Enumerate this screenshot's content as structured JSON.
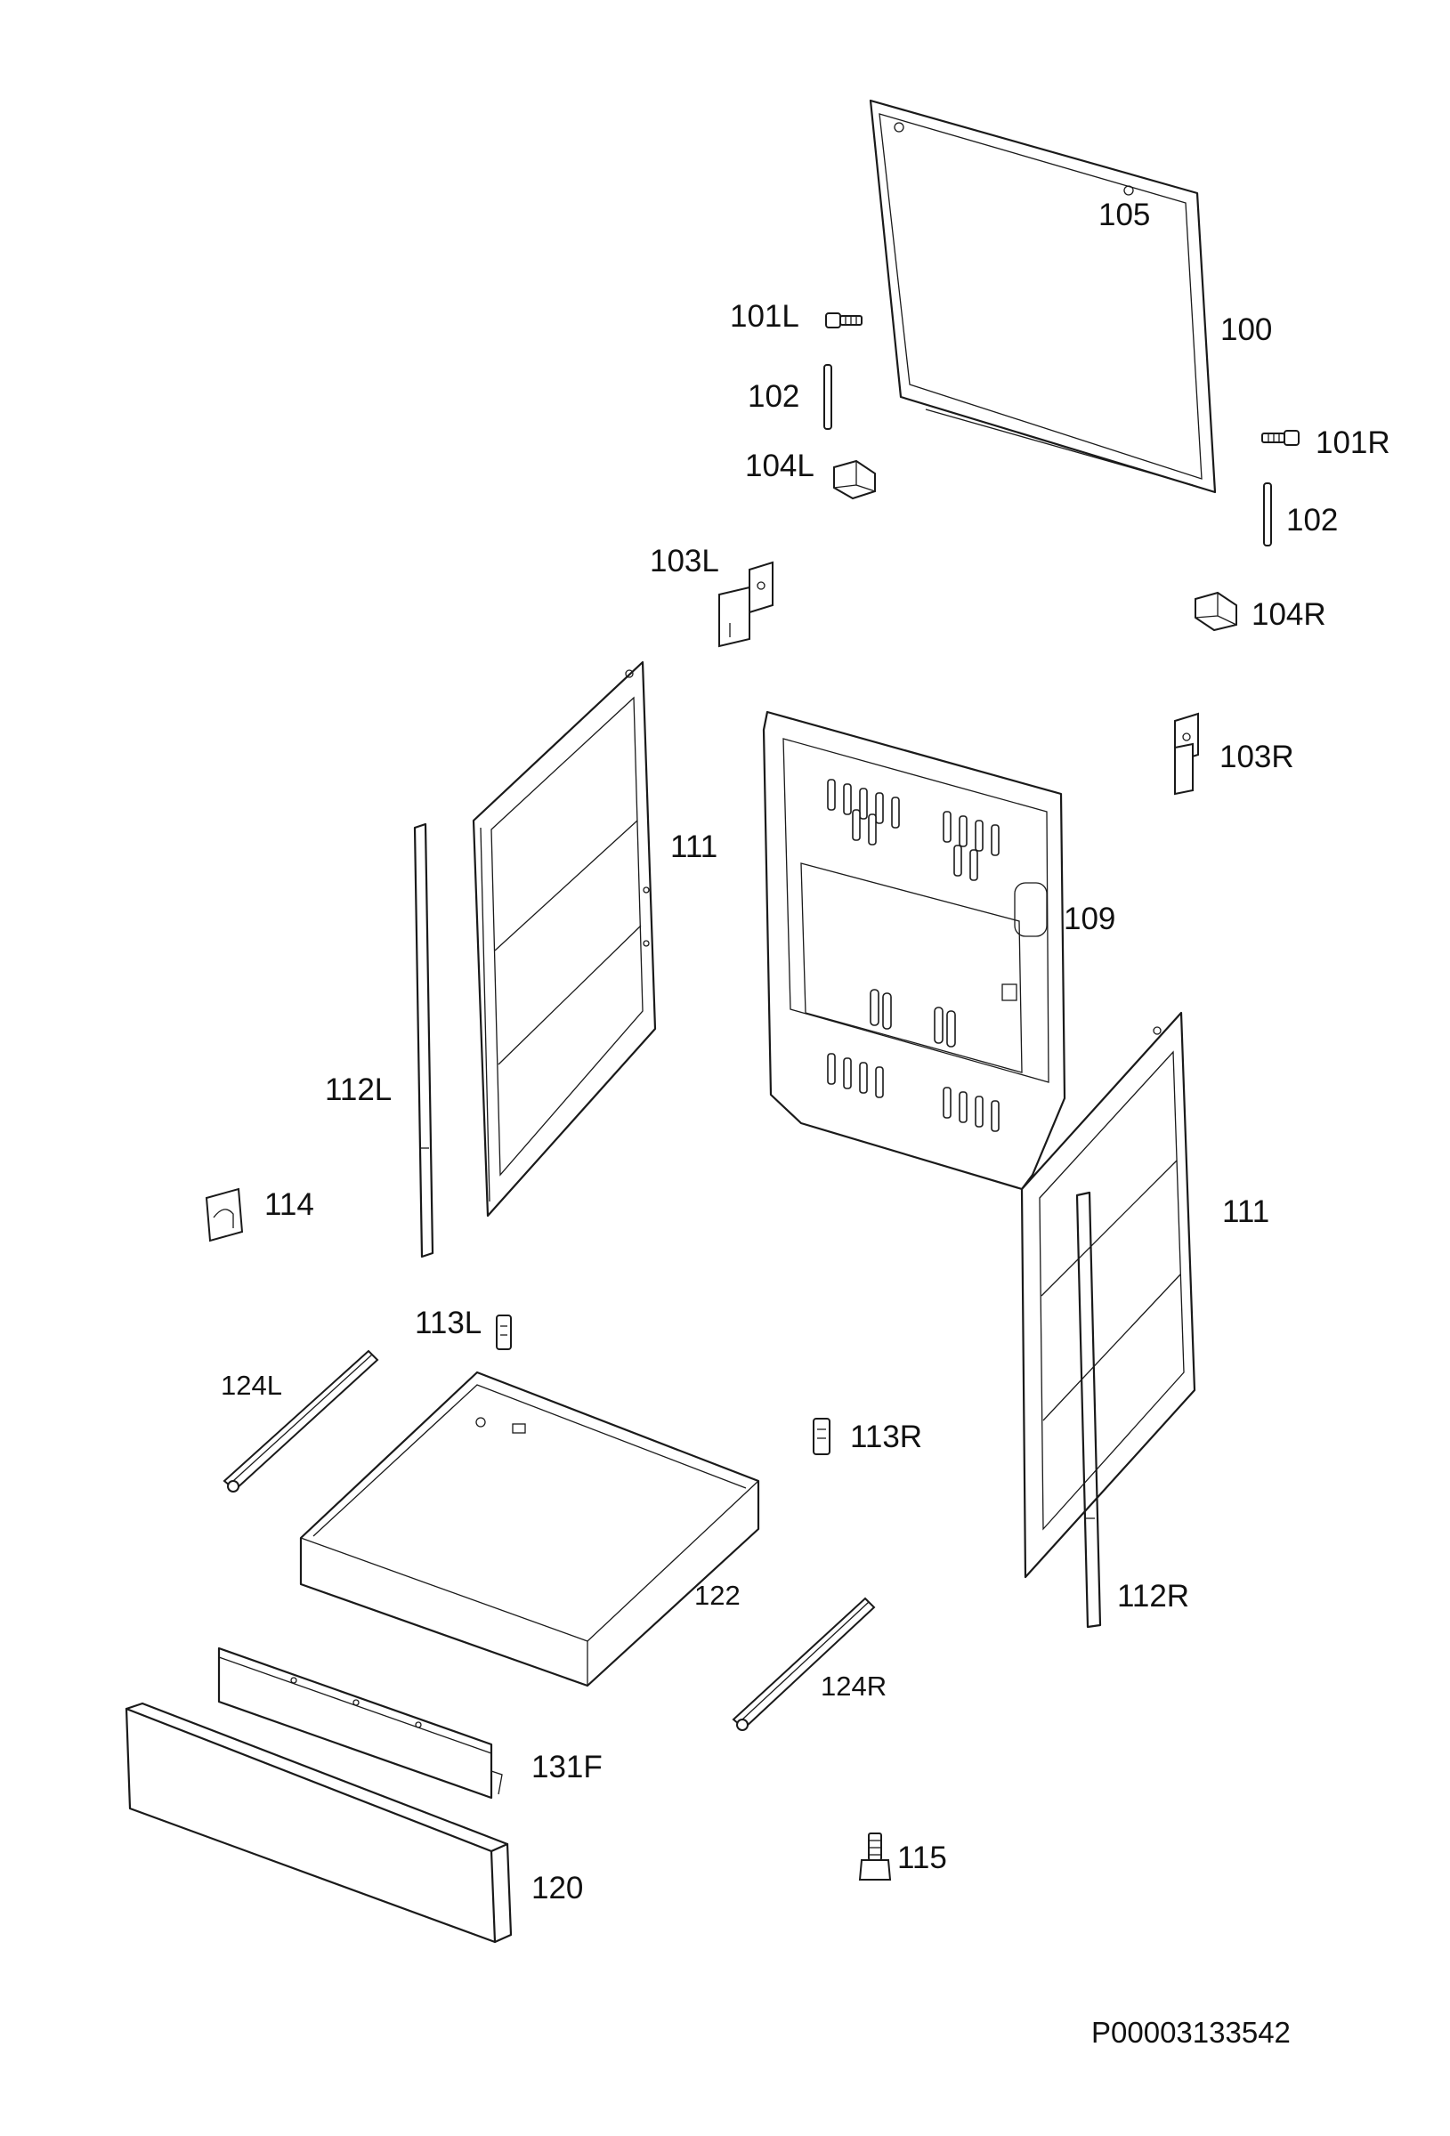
{
  "labels": {
    "p100": "100",
    "p101L": "101L",
    "p101R": "101R",
    "p102a": "102",
    "p102b": "102",
    "p103L": "103L",
    "p103R": "103R",
    "p104L": "104L",
    "p104R": "104R",
    "p105": "105",
    "p109": "109",
    "p111a": "111",
    "p111b": "111",
    "p112L": "112L",
    "p112R": "112R",
    "p113L": "113L",
    "p113R": "113R",
    "p114": "114",
    "p115": "115",
    "p120": "120",
    "p122": "122",
    "p124L": "124L",
    "p124R": "124R",
    "p131F": "131F"
  },
  "document_id": "P00003133542"
}
